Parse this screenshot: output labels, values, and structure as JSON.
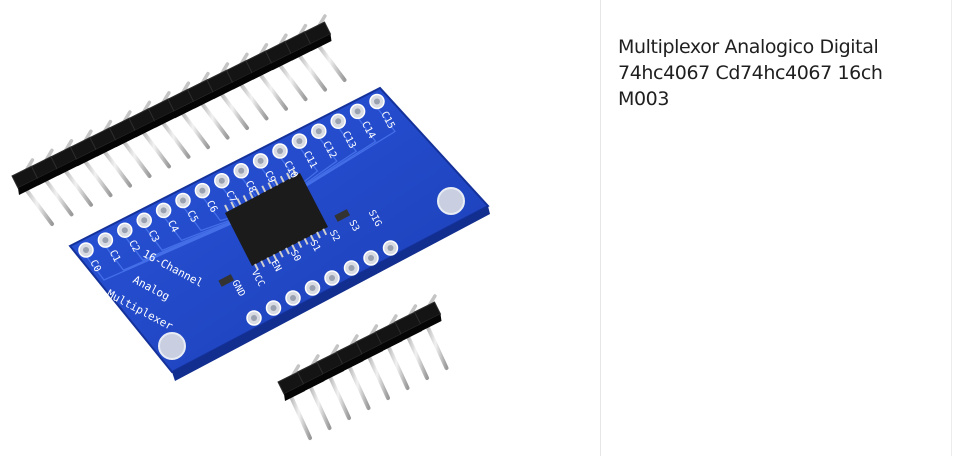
{
  "product": {
    "title": "Multiplexor Analogico Digital 74hc4067 Cd74hc4067 16ch M003"
  },
  "board": {
    "color": "#1f45c7",
    "channel_labels": [
      "C0",
      "C1",
      "C2",
      "C3",
      "C4",
      "C5",
      "C6",
      "C7",
      "C8",
      "C9",
      "C10",
      "C11",
      "C12",
      "C13",
      "C14",
      "C15"
    ],
    "control_labels": [
      "GND",
      "VCC",
      "EN",
      "S0",
      "S1",
      "S2",
      "S3",
      "SIG"
    ],
    "silkscreen": [
      "16-Channel",
      "Analog",
      "Multiplexer"
    ]
  }
}
